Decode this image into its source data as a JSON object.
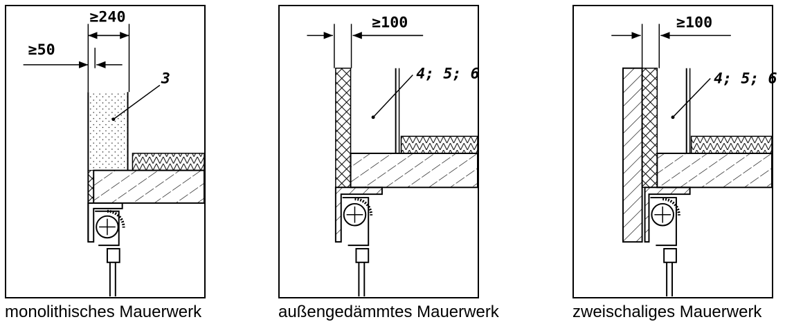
{
  "panels": [
    {
      "caption": "monolithisches Mauerwerk",
      "dim_top": "≥240",
      "dim_left": "≥50",
      "label": "3"
    },
    {
      "caption": "außengedämmtes Mauerwerk",
      "dim_top": "≥100",
      "label": "4; 5; 6"
    },
    {
      "caption": "zweischaliges Mauerwerk",
      "dim_top": "≥100",
      "label": "4; 5; 6"
    }
  ]
}
